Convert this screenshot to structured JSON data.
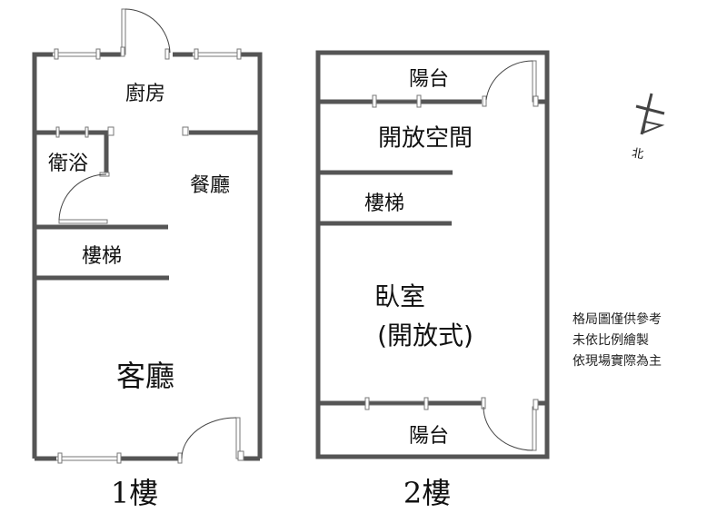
{
  "floor1": {
    "title": "1樓",
    "rooms": {
      "kitchen": "廚房",
      "bathroom": "衛浴",
      "dining": "餐廳",
      "stairs": "樓梯",
      "living": "客廳"
    }
  },
  "floor2": {
    "title": "2樓",
    "rooms": {
      "balcony_top": "陽台",
      "open_space": "開放空間",
      "stairs": "樓梯",
      "bedroom": "臥室",
      "bedroom_note": "(開放式)",
      "balcony_bottom": "陽台"
    }
  },
  "compass": {
    "label": "北"
  },
  "notes": [
    "格局圖僅供參考",
    "未依比例繪製",
    "依現場實際為主"
  ]
}
